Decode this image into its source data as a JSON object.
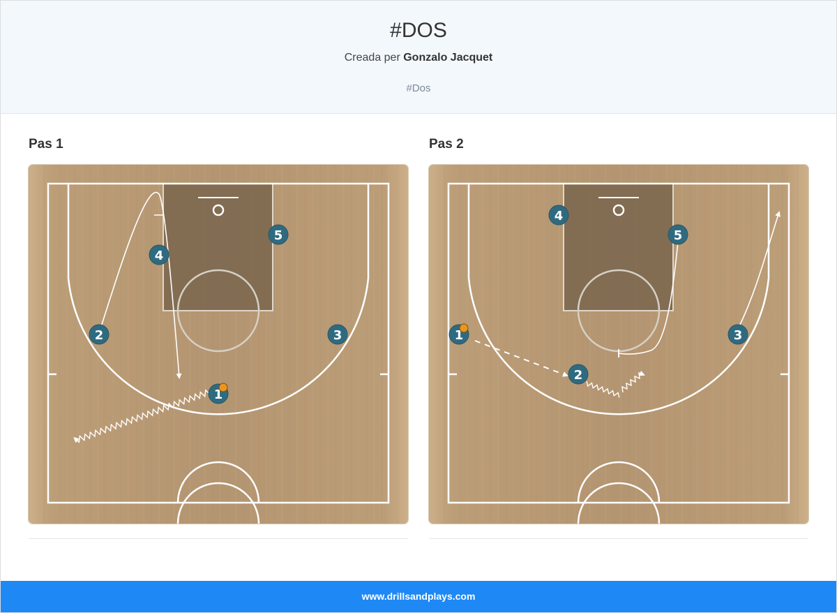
{
  "play": {
    "title": "#DOS",
    "created_prefix": "Creada per",
    "author": "Gonzalo Jacquet",
    "tag": "#Dos"
  },
  "steps": [
    {
      "title": "Pas 1",
      "players": [
        "1",
        "2",
        "3",
        "4",
        "5"
      ]
    },
    {
      "title": "Pas 2",
      "players": [
        "1",
        "2",
        "3",
        "4",
        "5"
      ]
    }
  ],
  "footer": {
    "site": "www.drillsandplays.com"
  },
  "colors": {
    "player": "#2f6b80",
    "ball": "#e8961e",
    "footer": "#1e88f5",
    "court": "#b89b74"
  }
}
